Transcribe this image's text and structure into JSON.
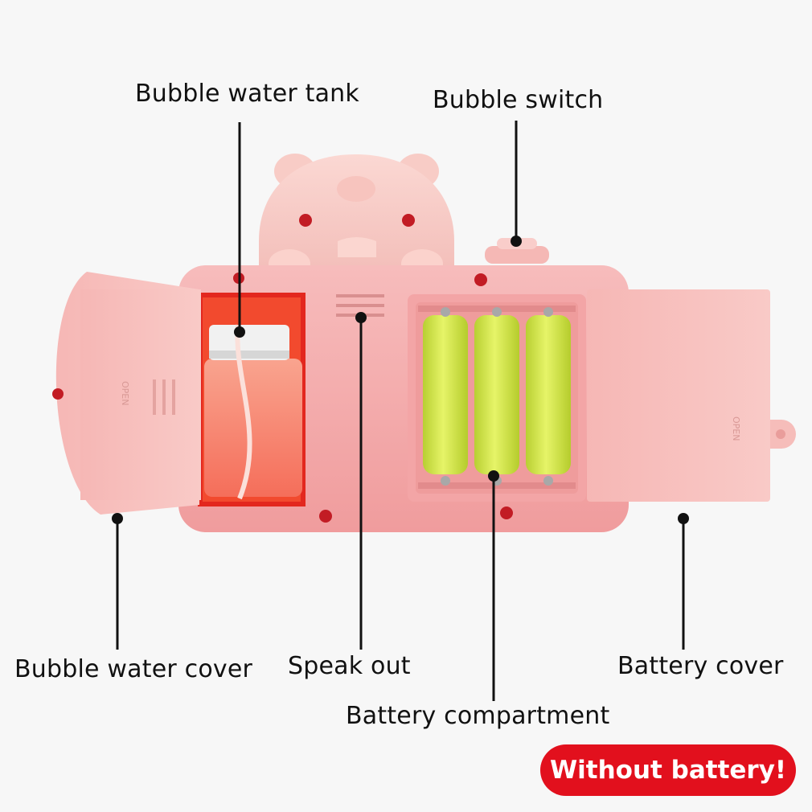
{
  "labels": {
    "bubble_water_tank": "Bubble water tank",
    "bubble_switch": "Bubble switch",
    "bubble_water_cover": "Bubble water cover",
    "speak_out": "Speak out",
    "battery_cover": "Battery cover",
    "battery_compartment": "Battery compartment"
  },
  "cover_marking": "OPEN",
  "badge": {
    "text": "Without battery!",
    "color": "#e2101d"
  },
  "colors": {
    "body_pink": "#f4b1b0",
    "cover_pink": "#f8c3c1",
    "battery_yellow": "#d8ec52",
    "screw_red": "#c21c24",
    "water_orange": "#f8826d"
  }
}
